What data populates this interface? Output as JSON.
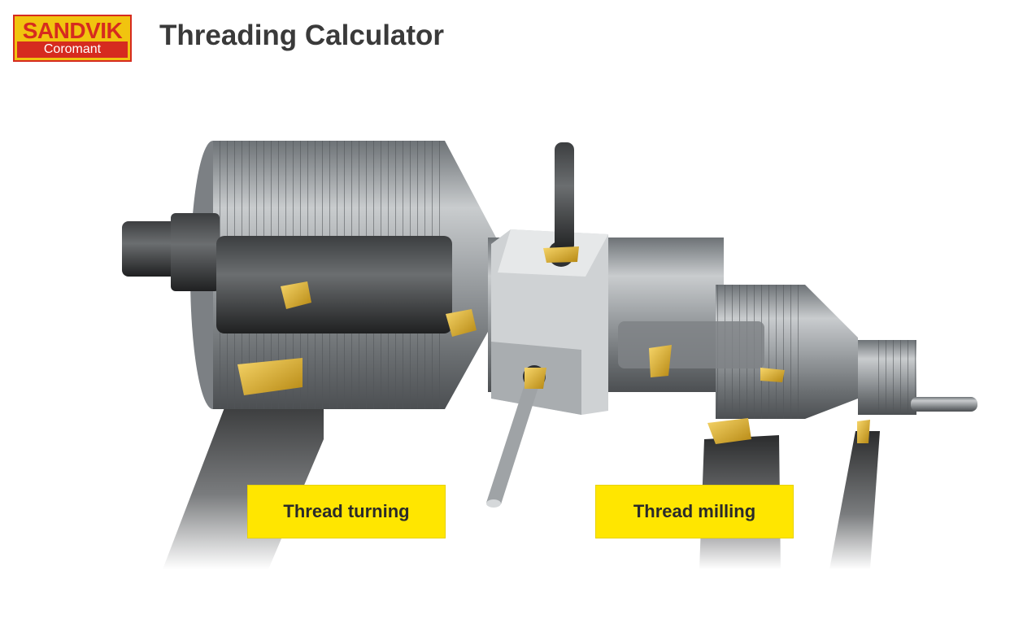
{
  "header": {
    "logo": {
      "brand": "SANDVIK",
      "sub": "Coromant"
    },
    "title": "Threading Calculator"
  },
  "buttons": {
    "thread_turning": "Thread turning",
    "thread_milling": "Thread milling"
  },
  "colors": {
    "brand_yellow": "#f1c40f",
    "brand_red": "#d62b1f",
    "button_yellow": "#ffe600",
    "insert_gold": "#e0b020",
    "steel": "#8e9397"
  }
}
